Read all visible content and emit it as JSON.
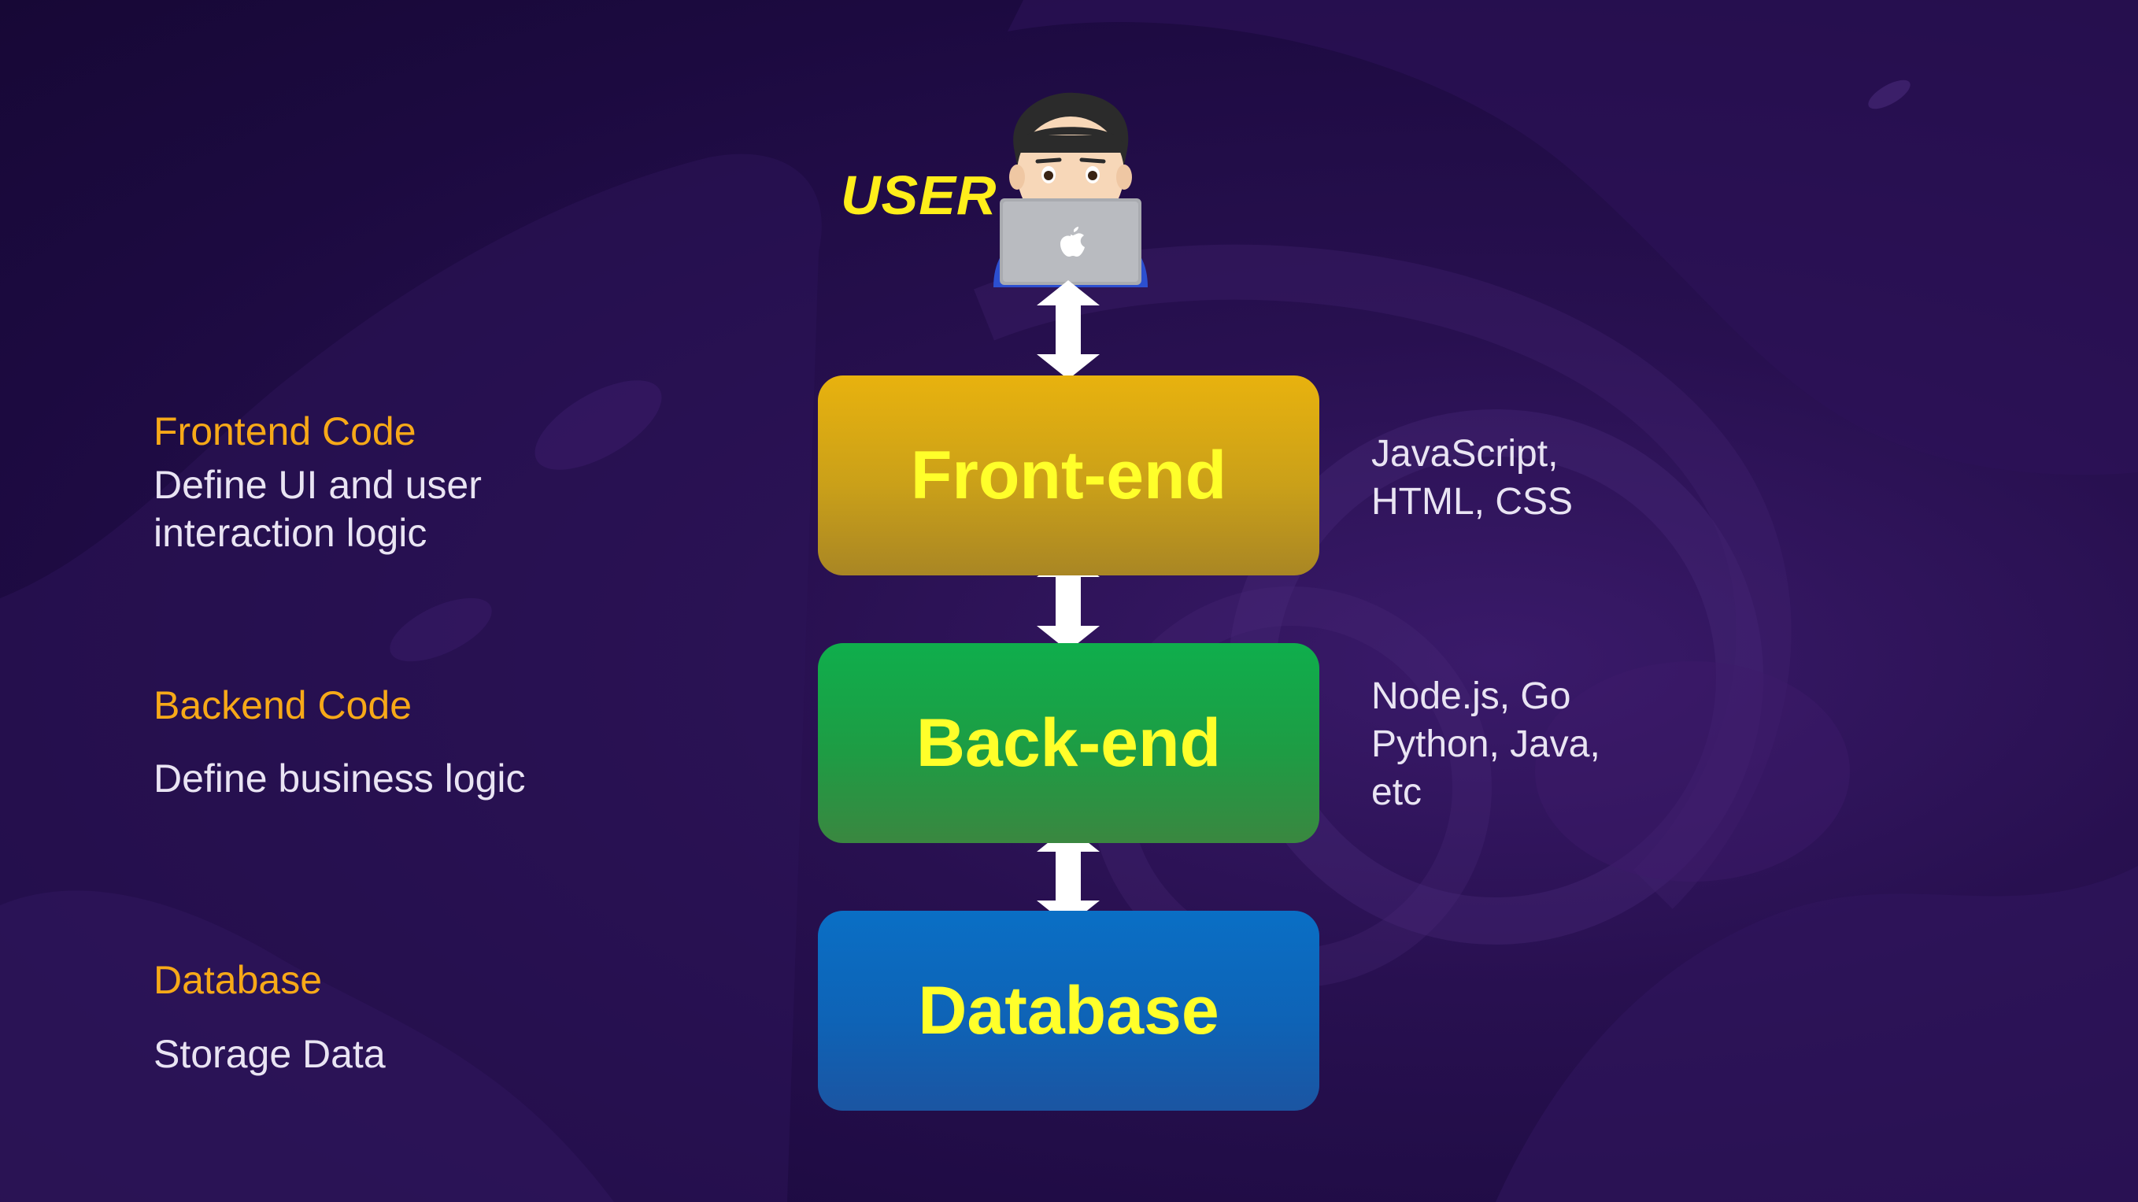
{
  "user": {
    "label": "USER"
  },
  "layers": [
    {
      "label": "Front-end",
      "color": "#e8b20e"
    },
    {
      "label": "Back-end",
      "color": "#0fae4c"
    },
    {
      "label": "Database",
      "color": "#0a6fc5"
    }
  ],
  "descriptions": [
    {
      "heading": "Frontend Code",
      "text": "Define UI and user\ninteraction logic"
    },
    {
      "heading": "Backend Code",
      "text": "Define business logic"
    },
    {
      "heading": "Database",
      "text": "Storage Data"
    }
  ],
  "technologies": [
    {
      "text": "JavaScript,\nHTML, CSS"
    },
    {
      "text": "Node.js, Go\nPython, Java,\netc"
    }
  ],
  "colors": {
    "heading": "#f7a918",
    "box_label": "#ffff2a",
    "user_label": "#ffee1a",
    "background": "#1e0c44"
  },
  "icons": [
    "user-laptop-icon",
    "double-arrow-icon"
  ]
}
